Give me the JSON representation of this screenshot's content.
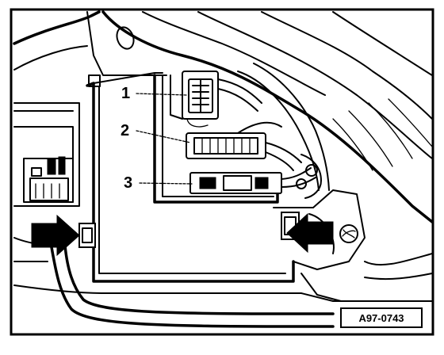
{
  "figure": {
    "reference_code": "A97-0743",
    "callouts": [
      {
        "number": "1"
      },
      {
        "number": "2"
      },
      {
        "number": "3"
      }
    ],
    "direction_arrows": [
      {
        "side": "left",
        "points": "right"
      },
      {
        "side": "right",
        "points": "left"
      }
    ],
    "colors": {
      "line": "#000000",
      "background": "#ffffff"
    }
  }
}
